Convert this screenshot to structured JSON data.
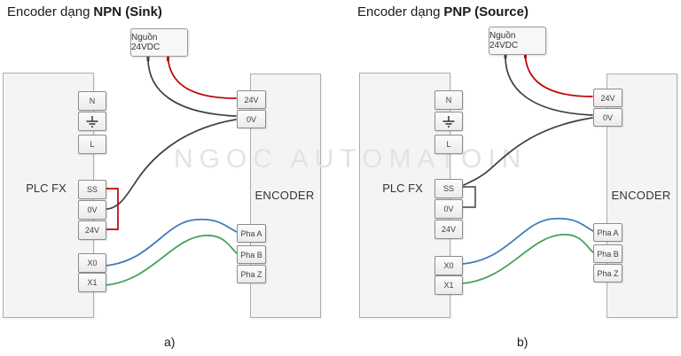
{
  "watermark": "NGOC AUTOMATOIN",
  "colors": {
    "wire_black": "#3f3f3f",
    "wire_red": "#c00000",
    "wire_blue": "#3e7cb8",
    "wire_green": "#44a35c",
    "bracket_npn": "#c00000",
    "bracket_pnp": "#595959"
  },
  "diagrams": [
    {
      "title_normal": "Encoder dạng",
      "title_bold": "NPN (Sink)",
      "power_supply": "Nguồn 24VDC",
      "plc": {
        "label": "PLC FX",
        "terminals": {
          "n": "N",
          "l": "L",
          "ss": "SS",
          "zerov": "0V",
          "v24": "24V",
          "x0": "X0",
          "x1": "X1"
        }
      },
      "encoder": {
        "label": "ENCODER",
        "terminals": {
          "v24": "24V",
          "zerov": "0V",
          "pha_a": "Pha A",
          "pha_b": "Pha B",
          "pha_z": "Pha Z"
        }
      },
      "caption": "a)"
    },
    {
      "title_normal": "Encoder dạng",
      "title_bold": "PNP (Source)",
      "power_supply": "Nguồn 24VDC",
      "plc": {
        "label": "PLC FX",
        "terminals": {
          "n": "N",
          "l": "L",
          "ss": "SS",
          "zerov": "0V",
          "v24": "24V",
          "x0": "X0",
          "x1": "X1"
        }
      },
      "encoder": {
        "label": "ENCODER",
        "terminals": {
          "v24": "24V",
          "zerov": "0V",
          "pha_a": "Pha A",
          "pha_b": "Pha B",
          "pha_z": "Pha Z"
        }
      },
      "caption": "b)"
    }
  ]
}
